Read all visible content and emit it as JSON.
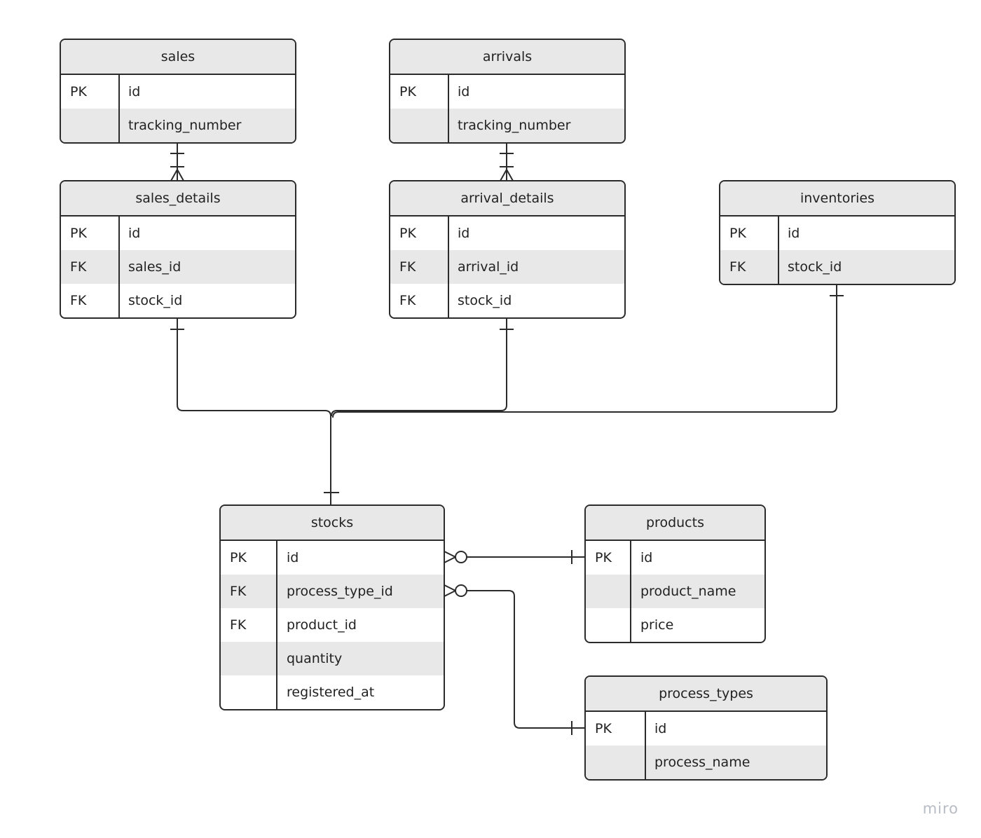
{
  "entities": {
    "sales": {
      "title": "sales",
      "rows": [
        {
          "key": "PK",
          "name": "id"
        },
        {
          "key": "",
          "name": "tracking_number"
        }
      ]
    },
    "arrivals": {
      "title": "arrivals",
      "rows": [
        {
          "key": "PK",
          "name": "id"
        },
        {
          "key": "",
          "name": "tracking_number"
        }
      ]
    },
    "sales_details": {
      "title": "sales_details",
      "rows": [
        {
          "key": "PK",
          "name": "id"
        },
        {
          "key": "FK",
          "name": "sales_id"
        },
        {
          "key": "FK",
          "name": "stock_id"
        }
      ]
    },
    "arrival_details": {
      "title": "arrival_details",
      "rows": [
        {
          "key": "PK",
          "name": "id"
        },
        {
          "key": "FK",
          "name": "arrival_id"
        },
        {
          "key": "FK",
          "name": "stock_id"
        }
      ]
    },
    "inventories": {
      "title": "inventories",
      "rows": [
        {
          "key": "PK",
          "name": "id"
        },
        {
          "key": "FK",
          "name": "stock_id"
        }
      ]
    },
    "stocks": {
      "title": "stocks",
      "rows": [
        {
          "key": "PK",
          "name": "id"
        },
        {
          "key": "FK",
          "name": "process_type_id"
        },
        {
          "key": "FK",
          "name": "product_id"
        },
        {
          "key": "",
          "name": "quantity"
        },
        {
          "key": "",
          "name": "registered_at"
        }
      ]
    },
    "products": {
      "title": "products",
      "rows": [
        {
          "key": "PK",
          "name": "id"
        },
        {
          "key": "",
          "name": "product_name"
        },
        {
          "key": "",
          "name": "price"
        }
      ]
    },
    "process_types": {
      "title": "process_types",
      "rows": [
        {
          "key": "PK",
          "name": "id"
        },
        {
          "key": "",
          "name": "process_name"
        }
      ]
    }
  },
  "relationships": [
    {
      "from": "sales",
      "to": "sales_details",
      "from_cardinality": "one-and-only-one",
      "to_cardinality": "one-or-many"
    },
    {
      "from": "arrivals",
      "to": "arrival_details",
      "from_cardinality": "one-and-only-one",
      "to_cardinality": "one-or-many"
    },
    {
      "from": "sales_details",
      "to": "stocks",
      "from_cardinality": "one",
      "to_cardinality": "one"
    },
    {
      "from": "arrival_details",
      "to": "stocks",
      "from_cardinality": "one",
      "to_cardinality": "one"
    },
    {
      "from": "inventories",
      "to": "stocks",
      "from_cardinality": "one",
      "to_cardinality": "one"
    },
    {
      "from": "stocks",
      "to": "products",
      "from_cardinality": "zero-or-many",
      "to_cardinality": "one"
    },
    {
      "from": "stocks",
      "to": "process_types",
      "from_cardinality": "zero-or-many",
      "to_cardinality": "one"
    }
  ],
  "colors": {
    "border": "#2b2b2b",
    "header_fill": "#e8e8e8",
    "stripe_fill": "#e8e8e8",
    "watermark": "#b8bcc4"
  },
  "watermark": "miro"
}
